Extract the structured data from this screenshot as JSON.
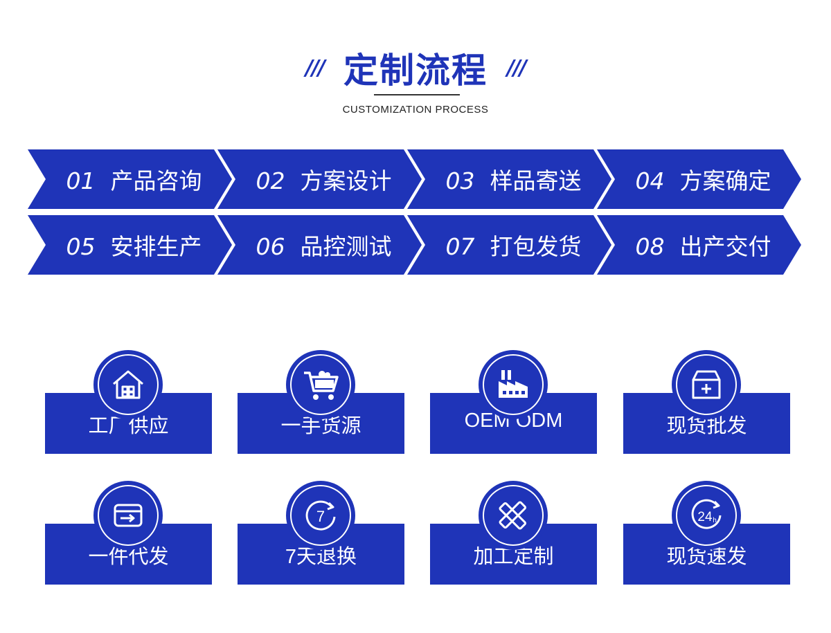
{
  "header": {
    "title": "定制流程",
    "slashes_left": "///",
    "slashes_right": "///",
    "subtitle": "CUSTOMIZATION PROCESS"
  },
  "colors": {
    "brand_blue": "#1f34b8",
    "white": "#ffffff"
  },
  "process_steps": [
    {
      "num": "01",
      "label": "产品咨询"
    },
    {
      "num": "02",
      "label": "方案设计"
    },
    {
      "num": "03",
      "label": "样品寄送"
    },
    {
      "num": "04",
      "label": "方案确定"
    },
    {
      "num": "05",
      "label": "安排生产"
    },
    {
      "num": "06",
      "label": "品控测试"
    },
    {
      "num": "07",
      "label": "打包发货"
    },
    {
      "num": "08",
      "label": "出产交付"
    }
  ],
  "features": [
    {
      "label": "工厂供应",
      "icon": "factory-house-icon"
    },
    {
      "label": "一手货源",
      "icon": "shopping-cart-icon"
    },
    {
      "label": "OEM ODM",
      "icon": "manufacturing-plant-icon"
    },
    {
      "label": "现货批发",
      "icon": "box-plus-icon"
    },
    {
      "label": "一件代发",
      "icon": "dropship-card-icon"
    },
    {
      "label": "7天退换",
      "icon": "seven-day-return-icon"
    },
    {
      "label": "加工定制",
      "icon": "design-tools-icon"
    },
    {
      "label": "现货速发",
      "icon": "24h-icon"
    }
  ]
}
